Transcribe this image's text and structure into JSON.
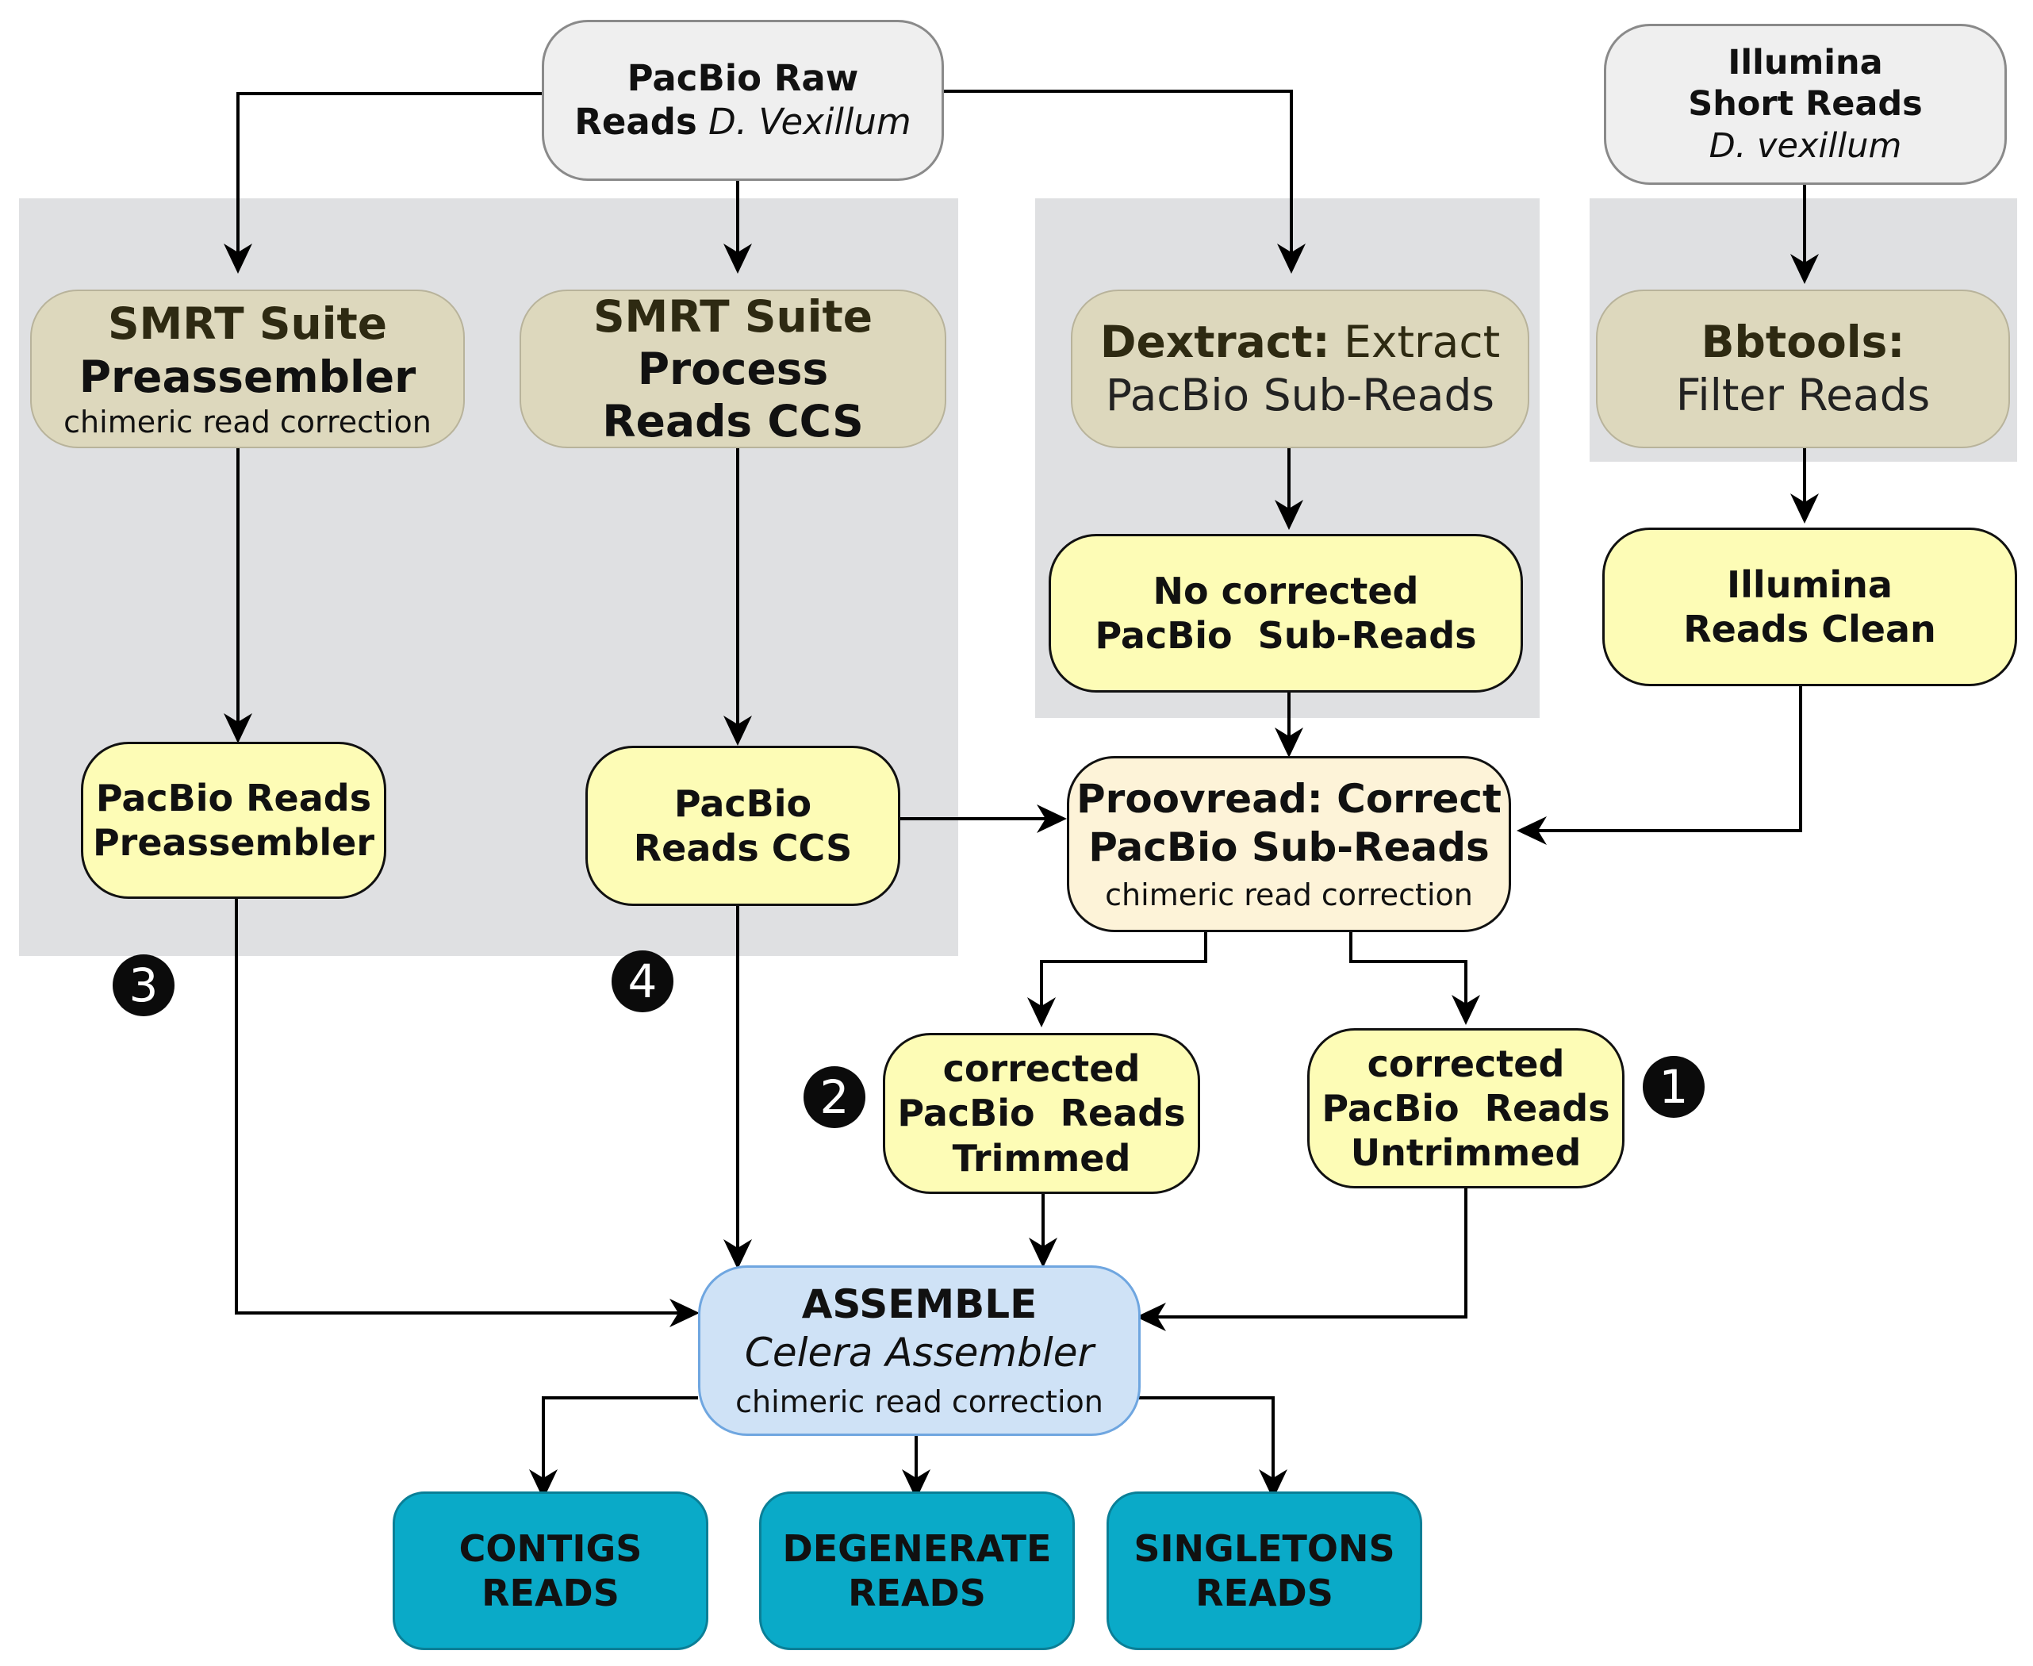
{
  "nodes": {
    "pacbio_raw": {
      "line1": "PacBio Raw",
      "line2a": "Reads",
      "line2b": "D. Vexillum"
    },
    "illumina_short": {
      "line1": "Illumina",
      "line2": "Short Reads",
      "line3": "D. vexillum"
    },
    "smrt_preassembler": {
      "line1": "SMRT Suite",
      "line2": "Preassembler",
      "line3": "chimeric read correction"
    },
    "smrt_ccs": {
      "line1": "SMRT Suite",
      "line2": "Process",
      "line3": "Reads CCS"
    },
    "dextract": {
      "bold": "Dextract:",
      "rest": " Extract",
      "line2": "PacBio Sub-Reads"
    },
    "bbtools": {
      "line1": "Bbtools:",
      "line2": "Filter Reads"
    },
    "no_corrected": {
      "line1": "No corrected",
      "line2": "PacBio  Sub-Reads"
    },
    "illumina_clean": {
      "line1": "Illumina",
      "line2": "Reads Clean"
    },
    "pacbio_preassembler": {
      "line1": "PacBio Reads",
      "line2": "Preassembler"
    },
    "pacbio_ccs": {
      "line1": "PacBio",
      "line2": "Reads CCS"
    },
    "proovread": {
      "line1": "Proovread: Correct",
      "line2": "PacBio Sub-Reads",
      "line3": "chimeric read correction"
    },
    "trimmed": {
      "line1": "corrected",
      "line2": "PacBio  Reads",
      "line3": "Trimmed"
    },
    "untrimmed": {
      "line1": "corrected",
      "line2": "PacBio  Reads",
      "line3": "Untrimmed"
    },
    "assemble": {
      "line1": "ASSEMBLE",
      "line2": "Celera Assembler",
      "line3": "chimeric read correction"
    },
    "contigs": {
      "line1": "CONTIGS",
      "line2": "READS"
    },
    "degenerate": {
      "line1": "DEGENERATE",
      "line2": "READS"
    },
    "singletons": {
      "line1": "SINGLETONS",
      "line2": "READS"
    }
  },
  "badges": {
    "one": "1",
    "two": "2",
    "three": "3",
    "four": "4"
  },
  "colors": {
    "panel": "#dfe0e2",
    "tool": "#ddd8bd",
    "result": "#fdfcb6",
    "correction": "#fdf3d8",
    "assemble": "#cfe2f6",
    "output": "#0aaac8"
  }
}
